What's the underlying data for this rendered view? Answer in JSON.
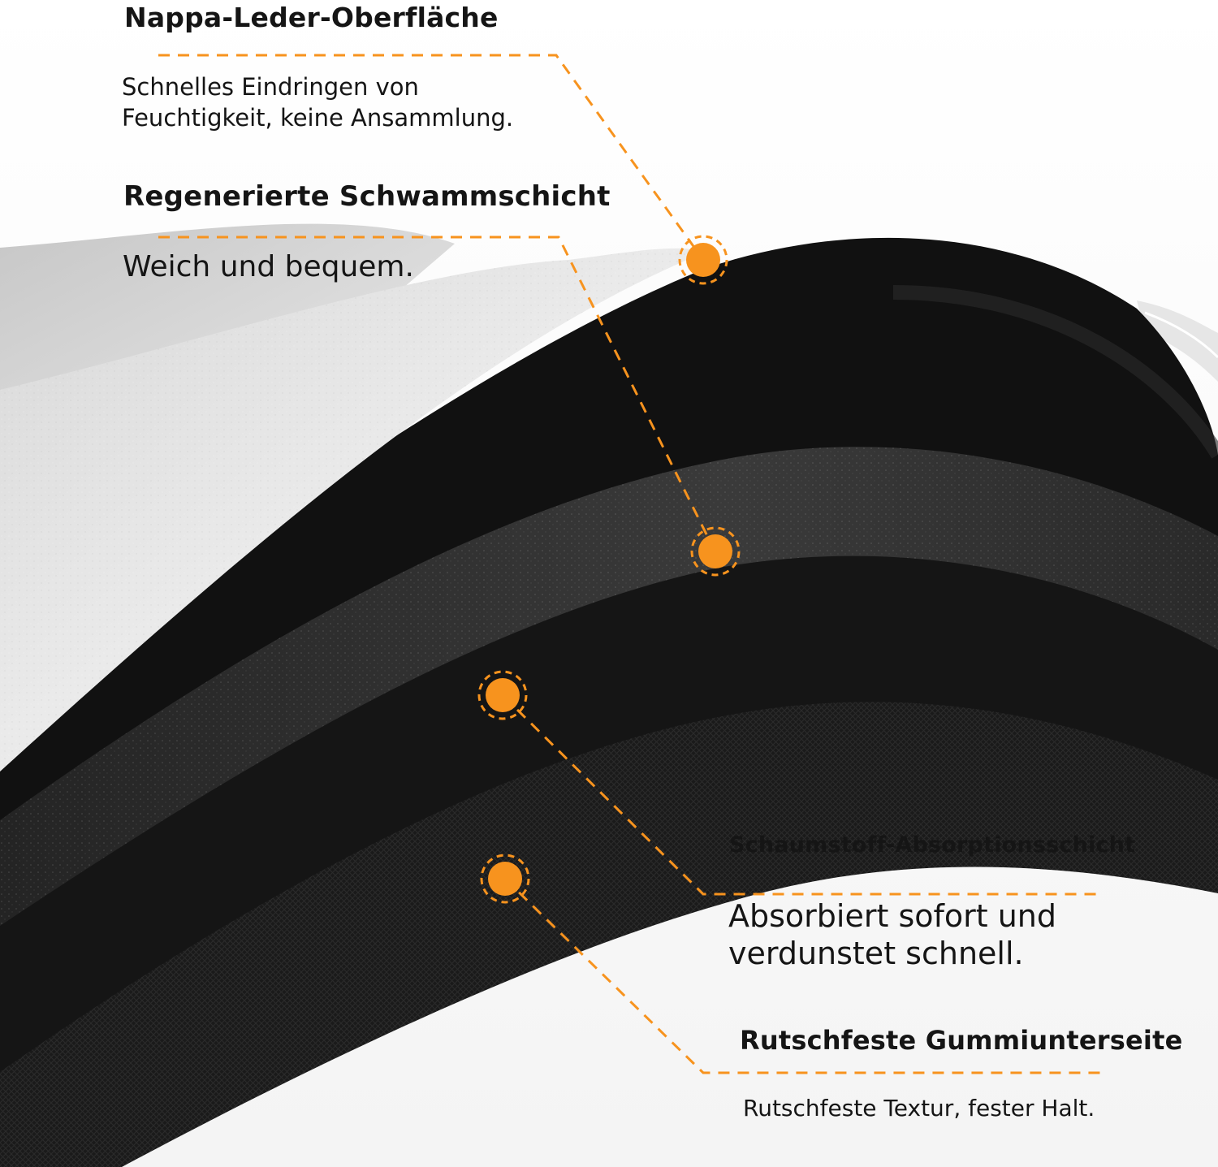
{
  "colors": {
    "accent": "#f7931e",
    "leather": "#e2e2e2",
    "foam_dark": "#121212",
    "sponge": "#2e2e2e",
    "rubber": "#1c1c1c",
    "text": "#151515"
  },
  "layers": [
    {
      "id": "nappa",
      "title": "Nappa-Leder-Oberfläche",
      "description_lines": [
        "Schnelles Eindringen von",
        "Feuchtigkeit, keine Ansammlung."
      ]
    },
    {
      "id": "sponge",
      "title": "Regenerierte Schwammschicht",
      "description_lines": [
        "Weich und bequem."
      ]
    },
    {
      "id": "foam",
      "title": "Schaumstoff-Absorptionsschicht",
      "description_lines": [
        "Absorbiert sofort und",
        "verdunstet schnell."
      ]
    },
    {
      "id": "rubber",
      "title": "Rutschfeste Gummiunterseite",
      "description_lines": [
        "Rutschfeste Textur, fester Halt."
      ]
    }
  ]
}
